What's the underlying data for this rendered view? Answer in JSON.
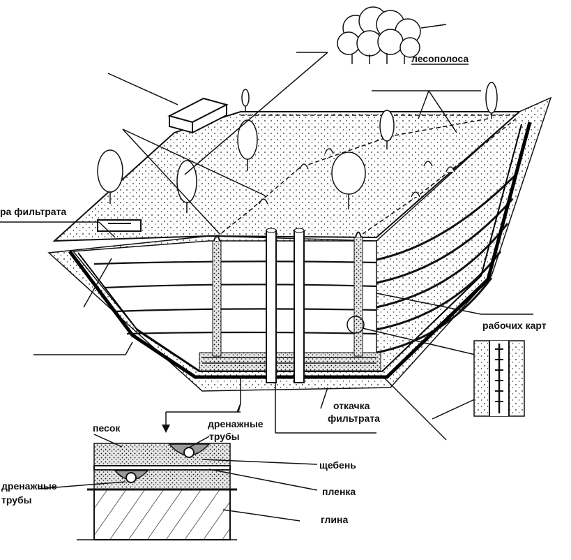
{
  "labels": {
    "forest_belt": "лесополоса",
    "filtrate_tank": "ра фильтрата",
    "work_cards": "рабочих карт",
    "pumping_line1": "откачка",
    "pumping_line2": "фильтрата",
    "sand": "песок",
    "drain_pipes_top_line1": "дренажные",
    "drain_pipes_top_line2": "трубы",
    "crushed_stone": "щебень",
    "drain_pipes_left_line1": "дренажные",
    "drain_pipes_left_line2": "трубы",
    "film": "пленка",
    "clay": "глина"
  },
  "colors": {
    "ink": "#111111",
    "paper": "#ffffff",
    "sand_fill": "#d9d9d9",
    "clay_fill": "#cfcfcf"
  }
}
